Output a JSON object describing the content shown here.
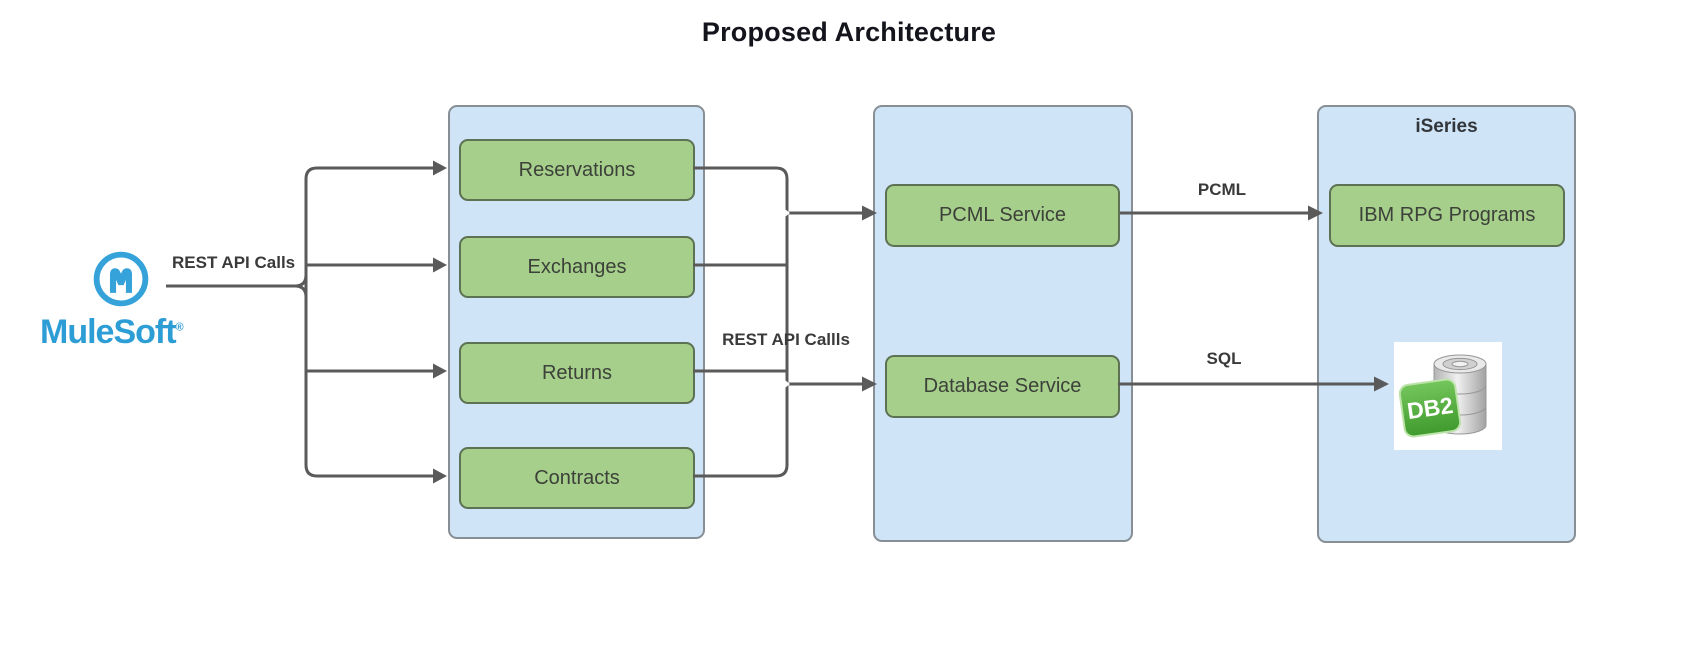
{
  "title": "Proposed Architecture",
  "mulesoft": {
    "wordmark": "MuleSoft",
    "trademark_symbol": "®"
  },
  "labels": {
    "rest_api_calls": "REST API Calls",
    "rest_api_callls": "REST API Callls",
    "pcml": "PCML",
    "sql": "SQL"
  },
  "containers": {
    "api_layer": {
      "boxes": [
        "Reservations",
        "Exchanges",
        "Returns",
        "Contracts"
      ]
    },
    "service_layer": {
      "boxes": [
        "PCML Service",
        "Database Service"
      ]
    },
    "iseries": {
      "title": "iSeries",
      "boxes": [
        "IBM RPG Programs"
      ],
      "db2_badge": "DB2"
    }
  },
  "colors": {
    "container_fill": "#cfe4f6",
    "container_border": "#878f95",
    "node_fill": "#a6cf8b",
    "node_border": "#5d7153",
    "connector": "#5a5a5a",
    "label_text": "#3a3a3a",
    "mulesoft_blue": "#2d9dd6",
    "db2_green": "#55ad3e",
    "title_text": "#14141d"
  }
}
